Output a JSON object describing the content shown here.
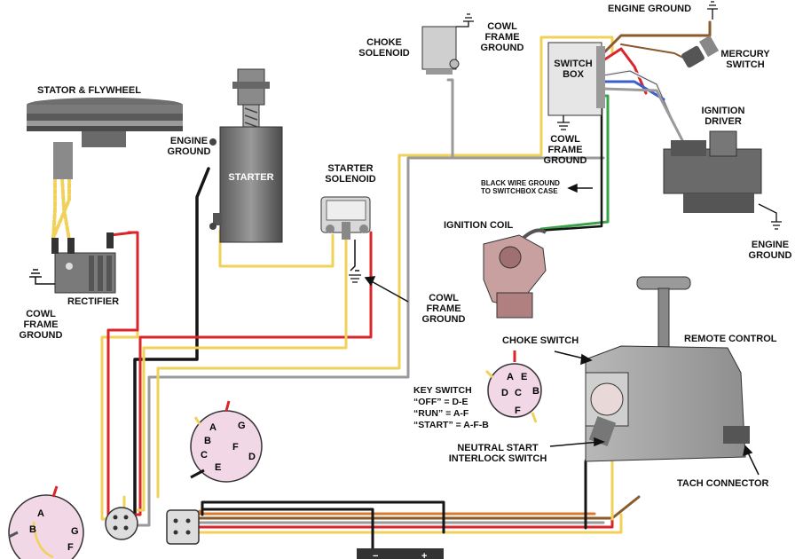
{
  "labels": {
    "engine_ground_top": "ENGINE GROUND",
    "mercury_switch": [
      "MERCURY",
      "SWITCH"
    ],
    "ignition_driver": [
      "IGNITION",
      "DRIVER"
    ],
    "engine_ground_right": [
      "ENGINE",
      "GROUND"
    ],
    "choke_solenoid": [
      "CHOKE",
      "SOLENOID"
    ],
    "cowl_frame_ground_top": [
      "COWL",
      "FRAME",
      "GROUND"
    ],
    "switch_box": [
      "SWITCH",
      "BOX"
    ],
    "cowl_frame_ground_switchbox": [
      "COWL",
      "FRAME",
      "GROUND"
    ],
    "black_wire_note": [
      "BLACK WIRE GROUND",
      "TO SWITCHBOX CASE"
    ],
    "stator_flywheel": "STATOR & FLYWHEEL",
    "engine_ground_starter": [
      "ENGINE",
      "GROUND"
    ],
    "starter": "STARTER",
    "starter_solenoid": [
      "STARTER",
      "SOLENOID"
    ],
    "ignition_coil": "IGNITION COIL",
    "rectifier": "RECTIFIER",
    "cowl_frame_ground_left": [
      "COWL",
      "FRAME",
      "GROUND"
    ],
    "cowl_frame_ground_solenoid": [
      "COWL",
      "FRAME",
      "GROUND"
    ],
    "choke_switch": "CHOKE SWITCH",
    "remote_control": "REMOTE CONTROL",
    "key_switch": [
      "KEY SWITCH",
      "“OFF” = D-E",
      "“RUN” = A-F",
      "“START” = A-F-B"
    ],
    "neutral_start": [
      "NEUTRAL START",
      "INTERLOCK SWITCH"
    ],
    "tach_connector": "TACH CONNECTOR",
    "ground_symbol": "⏚",
    "battery_minus": "−",
    "battery_plus": "+"
  },
  "terminals": {
    "key_switch_remote": [
      "A",
      "E",
      "B",
      "D",
      "F",
      "C"
    ],
    "key_switch_center": [
      "A",
      "G",
      "B",
      "F",
      "C",
      "E",
      "D"
    ],
    "key_switch_left": [
      "A",
      "B",
      "G",
      "F"
    ]
  },
  "wire_colors": {
    "red": "#d9262b",
    "black": "#151515",
    "yellow": "#f2d15a",
    "gray": "#9a9a9a",
    "green": "#3aa34a",
    "brown": "#8a5a2b",
    "blue": "#3a5fcd",
    "orange": "#e0782a",
    "tan": "#d8c49a",
    "white": "#f4f4f4"
  }
}
